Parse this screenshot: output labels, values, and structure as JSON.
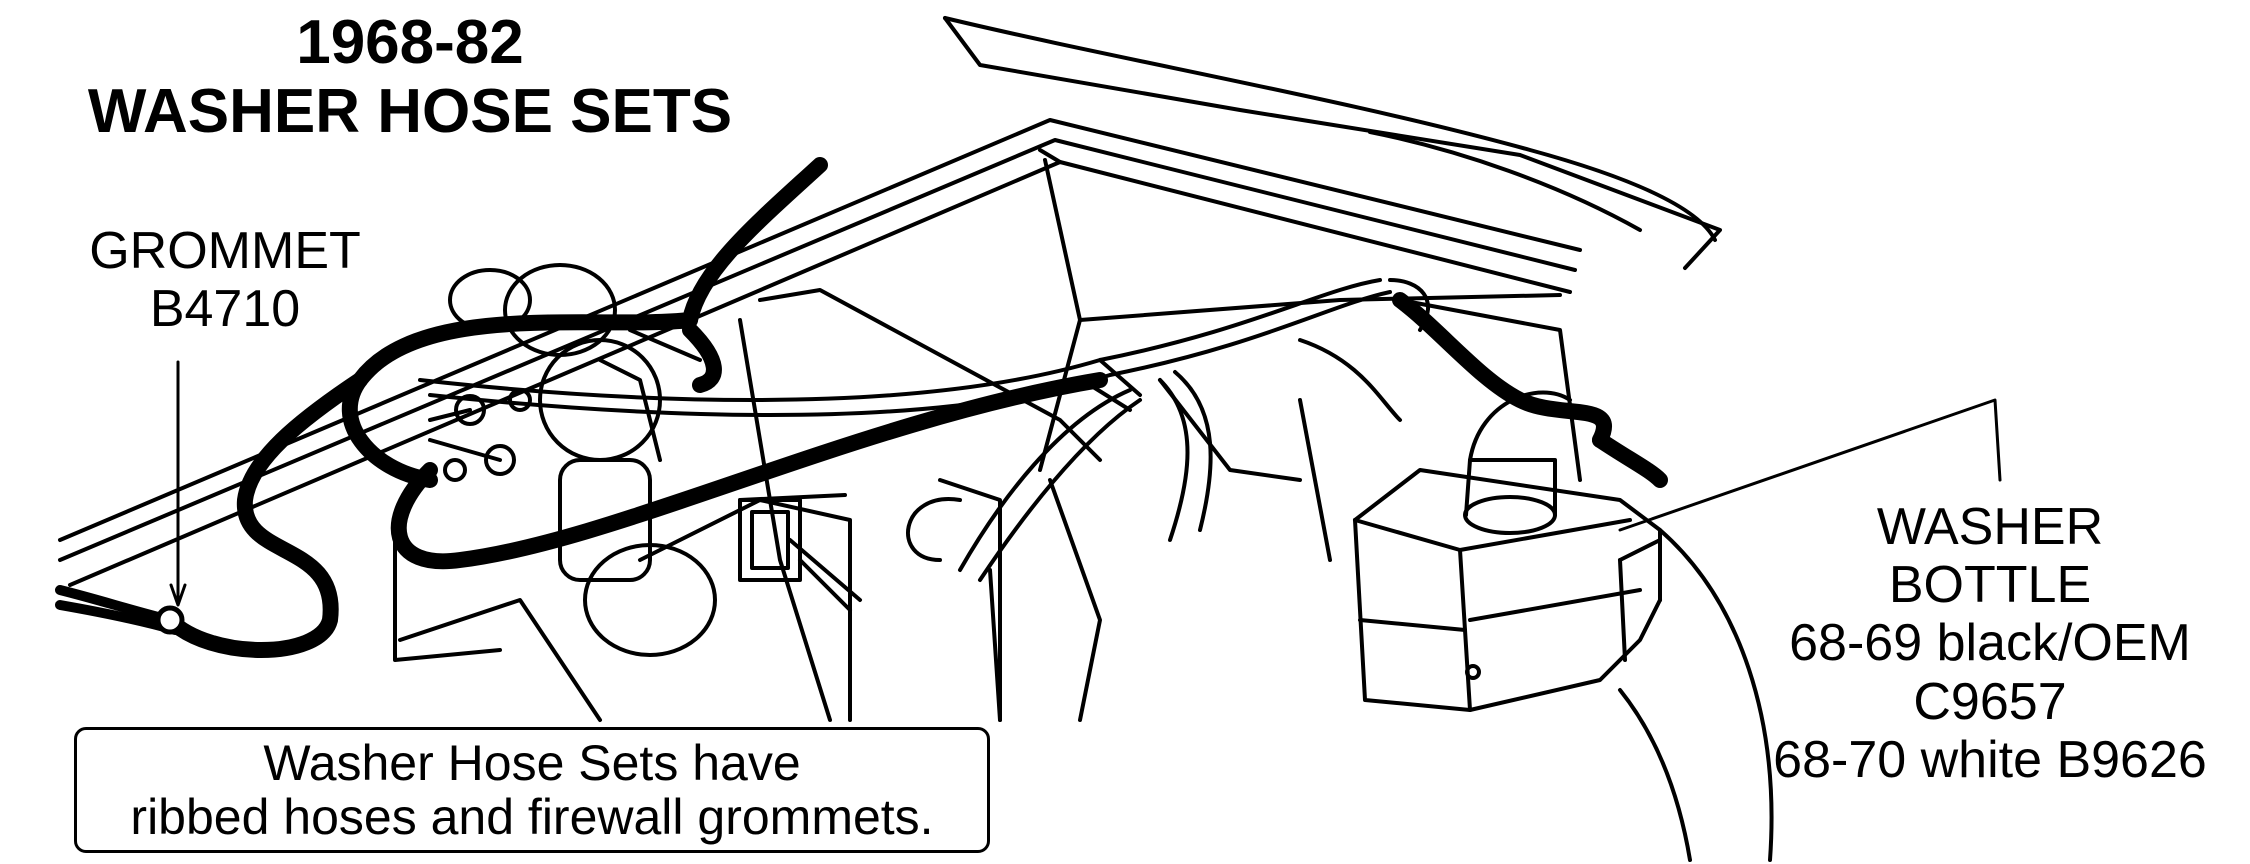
{
  "title": {
    "line1": "1968-82",
    "line2": "WASHER HOSE SETS"
  },
  "grommet_label": {
    "line1": "GROMMET",
    "line2": "B4710"
  },
  "bottle_label": {
    "line1": "WASHER",
    "line2": "BOTTLE",
    "line3": "68-69 black/OEM",
    "line4": "C9657",
    "line5": "68-70 white B9626"
  },
  "note": {
    "line1": "Washer Hose Sets have",
    "line2": "ribbed hoses and firewall grommets."
  },
  "colors": {
    "ink": "#000000",
    "paper": "#ffffff"
  }
}
